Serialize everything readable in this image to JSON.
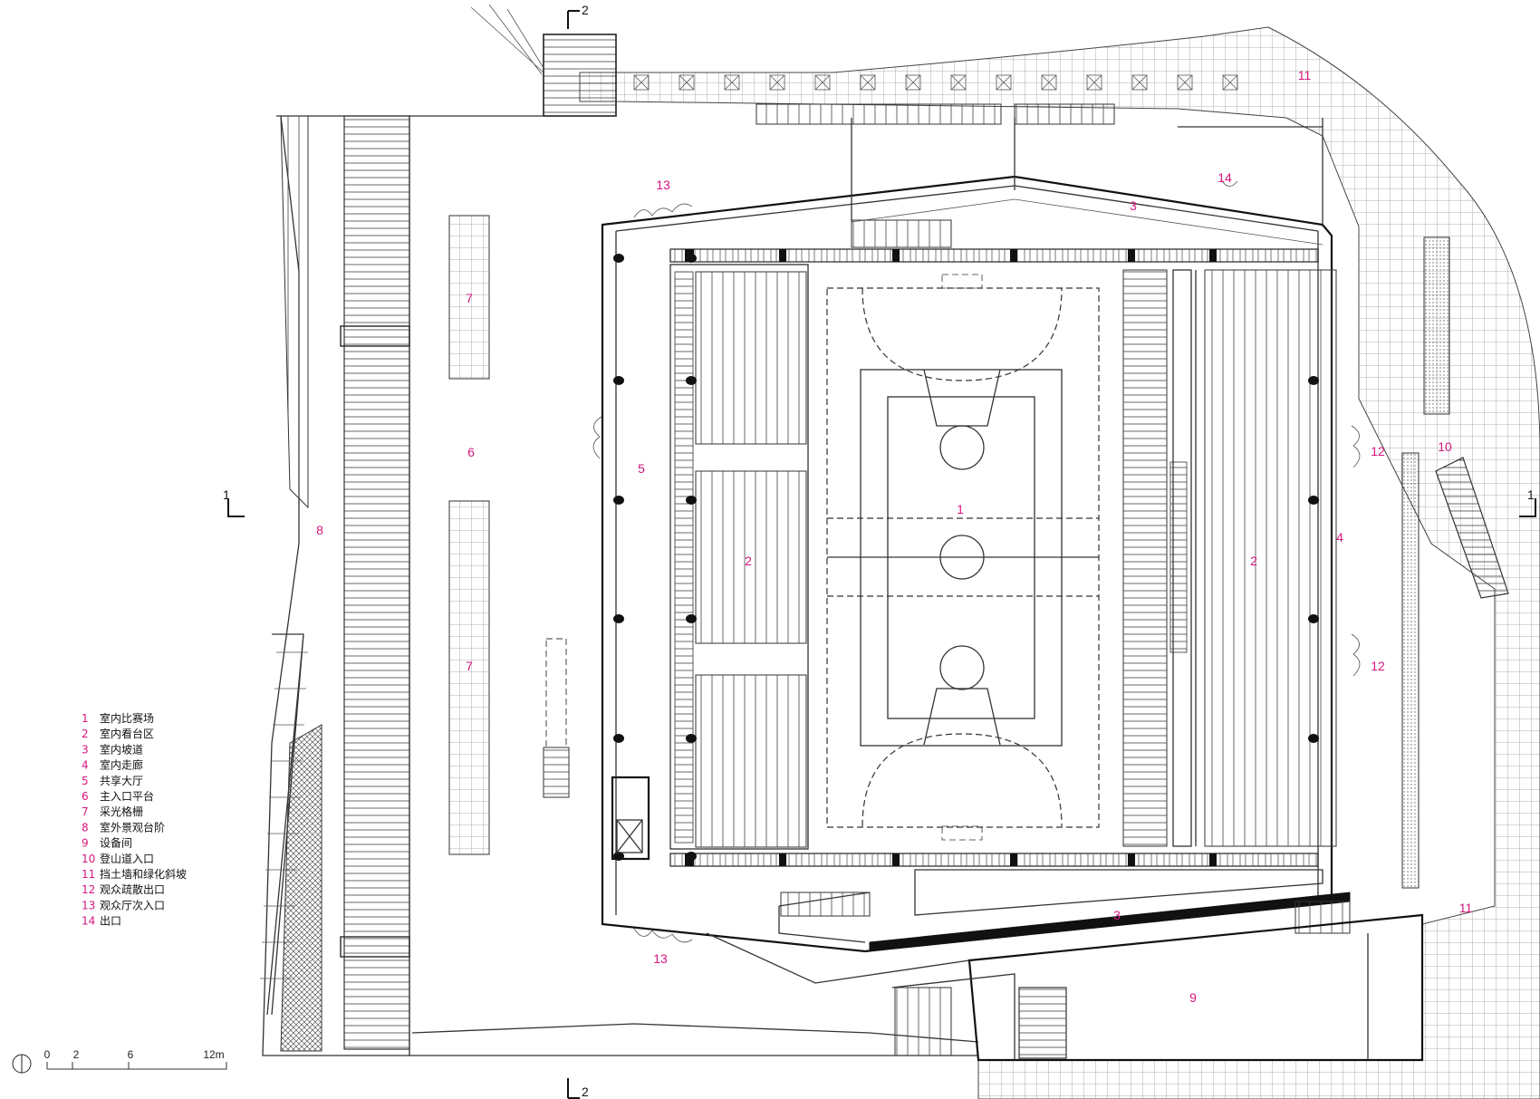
{
  "labels": {
    "court": "1",
    "stands_left": "2",
    "stands_right": "2",
    "ramp_top": "3",
    "ramp_bottom": "3",
    "corridor": "4",
    "hall": "5",
    "entry_platform": "6",
    "skylight_top": "7",
    "skylight_bottom": "7",
    "outdoor_steps": "8",
    "equipment": "9",
    "trail_entry": "10",
    "retaining_top": "11",
    "retaining_bottom": "11",
    "exit_upper": "12",
    "exit_lower": "12",
    "side_entry_top": "13",
    "side_entry_bottom": "13",
    "exit": "14"
  },
  "section_marks": {
    "s1_left": "1",
    "s1_right": "1",
    "s2_top": "2",
    "s2_bottom": "2"
  },
  "legend": [
    {
      "num": "1",
      "text": "室内比赛场"
    },
    {
      "num": "2",
      "text": "室内看台区"
    },
    {
      "num": "3",
      "text": "室内坡道"
    },
    {
      "num": "4",
      "text": "室内走廊"
    },
    {
      "num": "5",
      "text": "共享大厅"
    },
    {
      "num": "6",
      "text": "主入口平台"
    },
    {
      "num": "7",
      "text": "采光格栅"
    },
    {
      "num": "8",
      "text": "室外景观台阶"
    },
    {
      "num": "9",
      "text": "设备间"
    },
    {
      "num": "10",
      "text": "登山道入口"
    },
    {
      "num": "11",
      "text": "挡土墙和绿化斜坡"
    },
    {
      "num": "12",
      "text": "观众疏散出口"
    },
    {
      "num": "13",
      "text": "观众厅次入口"
    },
    {
      "num": "14",
      "text": "出口"
    }
  ],
  "scale_bar": {
    "ticks": [
      "0",
      "2",
      "6",
      "12m"
    ]
  },
  "colors": {
    "label": "#d6157e",
    "line": "#333333"
  },
  "icons": {
    "north": "north-arrow-icon"
  }
}
